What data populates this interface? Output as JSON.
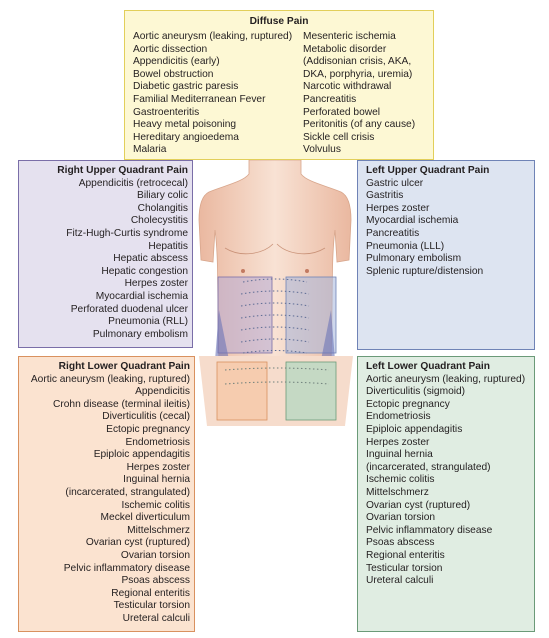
{
  "diffuse": {
    "title": "Diffuse Pain",
    "col1": [
      "Aortic aneurysm (leaking, ruptured)",
      "Aortic dissection",
      "Appendicitis (early)",
      "Bowel obstruction",
      "Diabetic gastric paresis",
      "Familial Mediterranean Fever",
      "Gastroenteritis",
      "Heavy metal poisoning",
      "Hereditary angioedema",
      "Malaria"
    ],
    "col2": [
      "Mesenteric ischemia",
      "Metabolic disorder",
      " (Addisonian crisis, AKA,",
      " DKA, porphyria, uremia)",
      "Narcotic withdrawal",
      "Pancreatitis",
      "Perforated bowel",
      "Peritonitis (of any cause)",
      "Sickle cell crisis",
      "Volvulus"
    ]
  },
  "ruq": {
    "title": "Right Upper Quadrant Pain",
    "items": [
      "Appendicitis (retrocecal)",
      "Biliary colic",
      "Cholangitis",
      "Cholecystitis",
      "Fitz-Hugh-Curtis syndrome",
      "Hepatitis",
      "Hepatic abscess",
      "Hepatic congestion",
      "Herpes zoster",
      "Myocardial ischemia",
      "Perforated duodenal ulcer",
      "Pneumonia (RLL)",
      "Pulmonary embolism"
    ]
  },
  "luq": {
    "title": "Left Upper Quadrant Pain",
    "items": [
      "Gastric ulcer",
      "Gastritis",
      "Herpes zoster",
      "Myocardial ischemia",
      "Pancreatitis",
      "Pneumonia (LLL)",
      "Pulmonary embolism",
      "Splenic rupture/distension"
    ]
  },
  "rlq": {
    "title": "Right Lower Quadrant Pain",
    "items": [
      "Aortic aneurysm (leaking, ruptured)",
      "Appendicitis",
      "Crohn disease (terminal ileitis)",
      "Diverticulitis (cecal)",
      "Ectopic pregnancy",
      "Endometriosis",
      "Epiploic appendagitis",
      "Herpes zoster",
      "Inguinal hernia",
      "(incarcerated, strangulated)",
      "Ischemic colitis",
      "Meckel diverticulum",
      "Mittelschmerz",
      "Ovarian cyst (ruptured)",
      "Ovarian torsion",
      "Pelvic inflammatory disease",
      "Psoas abscess",
      "Regional enteritis",
      "Testicular torsion",
      "Ureteral calculi"
    ]
  },
  "llq": {
    "title": "Left Lower Quadrant Pain",
    "items": [
      "Aortic aneurysm (leaking, ruptured)",
      "Diverticulitis (sigmoid)",
      "Ectopic pregnancy",
      "Endometriosis",
      "Epiploic appendagitis",
      "Herpes zoster",
      "Inguinal hernia",
      " (incarcerated, strangulated)",
      "Ischemic colitis",
      "Mittelschmerz",
      "Ovarian cyst (ruptured)",
      "Ovarian torsion",
      "Pelvic inflammatory disease",
      "Psoas abscess",
      "Regional enteritis",
      "Testicular torsion",
      "Ureteral calculi"
    ]
  },
  "colors": {
    "diffuse_bg": "#fdf8d4",
    "ruq_bg": "#e5e1ef",
    "luq_bg": "#dde4f1",
    "rlq_bg": "#fbe3d0",
    "llq_bg": "#e0ede2",
    "skin": "#f4d6c4"
  }
}
